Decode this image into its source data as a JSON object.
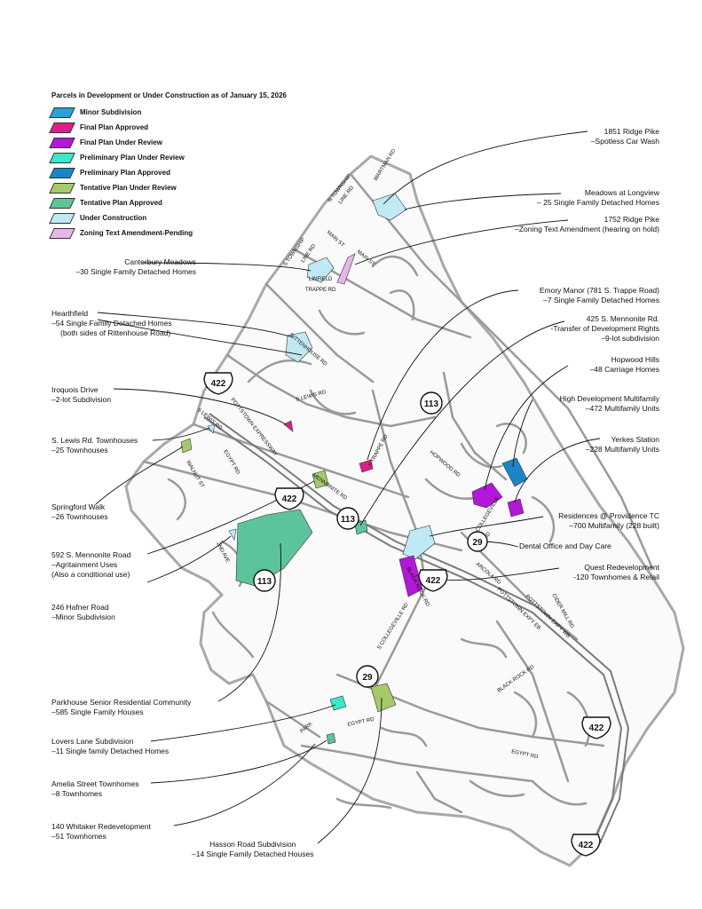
{
  "legend": {
    "title": "Parcels in Development or Under Construction as of January 15, 2026",
    "items": [
      {
        "label": "Minor Subdivision",
        "color": "#2b9fd8"
      },
      {
        "label": "Final Plan Approved",
        "color": "#e01e8a"
      },
      {
        "label": "Final Plan Under Review",
        "color": "#b317d9"
      },
      {
        "label": "Preliminary Plan Under Review",
        "color": "#38e8c8"
      },
      {
        "label": "Preliminary Plan Approved",
        "color": "#1a86c8"
      },
      {
        "label": "Tentative Plan Under Review",
        "color": "#a6c96a"
      },
      {
        "label": "Tentative Plan Approved",
        "color": "#5cc49a"
      },
      {
        "label": "Under Construction",
        "color": "#bfe9f5"
      },
      {
        "label": "Zoning Text Amendment-Pending",
        "color": "#e8b7ea"
      }
    ]
  },
  "annotations": {
    "left": [
      {
        "name": "Canterbury Meadows",
        "detail": "–30 Single Family Detached Homes"
      },
      {
        "name": "Hearthfield",
        "detail": "–54 Single Family Detached Homes",
        "detail2": "(both sides of Rittenhouse Road)"
      },
      {
        "name": "Iroquois Drive",
        "detail": "–2-lot Subdivision"
      },
      {
        "name": "S. Lewis Rd. Townhouses",
        "detail": "–25 Townhouses"
      },
      {
        "name": "Springford Walk",
        "detail": "–26 Townhouses"
      },
      {
        "name": "592 S. Mennonite Road",
        "detail": "–Agritainment Uses",
        "detail2": "(Also a conditional use)"
      },
      {
        "name": "246 Hafner Road",
        "detail": "–Minor Subdivision"
      },
      {
        "name": "Parkhouse Senior Residential Community",
        "detail": "–585 Single Family Houses"
      },
      {
        "name": "Lovers Lane Subdivision",
        "detail": "–11 Single family Detached Homes"
      },
      {
        "name": "Amelia Street Townhomes",
        "detail": "–8 Townhomes"
      },
      {
        "name": "140 Whitaker Redevelopment",
        "detail": "–51 Townhomes"
      }
    ],
    "right": [
      {
        "name": "1851 Ridge Pike",
        "detail": "–Spotless Car Wash"
      },
      {
        "name": "Meadows at Longview",
        "detail": "– 25 Single Family Detached Homes"
      },
      {
        "name": "1752 Ridge Pike",
        "detail": "–Zoning Text Amendment (hearing on hold)"
      },
      {
        "name": "Emory Manor (781 S. Trappe Road)",
        "detail": "–7 Single Family Detached Homes"
      },
      {
        "name": "425 S. Mennonite Rd.",
        "detail": "-Transfer of Development Rights",
        "detail2": "–9-lot subdivision"
      },
      {
        "name": "Hopwood Hills",
        "detail": "–48 Carriage Homes"
      },
      {
        "name": "High Development Multifamily",
        "detail": "–472 Multifamily Units"
      },
      {
        "name": "Yerkes Station",
        "detail": "–228 Multifamily Units"
      },
      {
        "name": "Residences @ Providence TC",
        "detail": "–700 Multifamily (228 built)"
      },
      {
        "name": "Dental Office and Day Care"
      },
      {
        "name": "Quest Redevelopment",
        "detail": "-120 Townhomes & Retail"
      }
    ],
    "bottom": {
      "name": "Hasson Road Subdivision",
      "detail": "–14 Single Family Detached Houses"
    }
  },
  "roads": {
    "wartman": "WARTMAN RD",
    "n_township": "N TOWNSHIP",
    "line_rd": "LINE RD",
    "main_st": "MAIN ST",
    "s_township": "S TOWNSHIP",
    "line_rd2": "LINE RD",
    "main_st2": "MAIN ST",
    "linfield": "LINFIELD",
    "trappe": "TRAPPE RD",
    "rittenhouse": "RITTENHOUSE RD",
    "s_lewis": "S LEWIS RD",
    "s_lewis2": "S LEWIS RD",
    "pottstown_expy": "POTTSTOWN EXPRESSWAY",
    "walnut": "WALNUT ST",
    "egypt_rd_w": "EGYPT RD",
    "mennonite": "MENNONITE RD",
    "s_trappe": "S TRAPPE RD",
    "hopwood": "HOPWOOD RD",
    "s_collegeville": "S COLLEGEVILLE",
    "collegeville_rd": "RD",
    "arcola": "ARCOLA RD",
    "black_rock": "BLACK ROCK RD",
    "s_collegeville2": "S COLLEGEVILLE RD",
    "cider": "CIDER MILL RD",
    "pottstown_eb": "POTTSTOWN EXPY EB",
    "pottstown_wb": "POTTSTOWN EXPY WB",
    "black_rock2": "BLACK ROCK RD",
    "egypt_rd": "EGYPT RD",
    "egypt_rd2": "EGYPT RD",
    "2nd_ave": "2ND AVE",
    "park": "PARK"
  },
  "shields": {
    "us422": "422",
    "pa113": "113",
    "pa29": "29"
  }
}
